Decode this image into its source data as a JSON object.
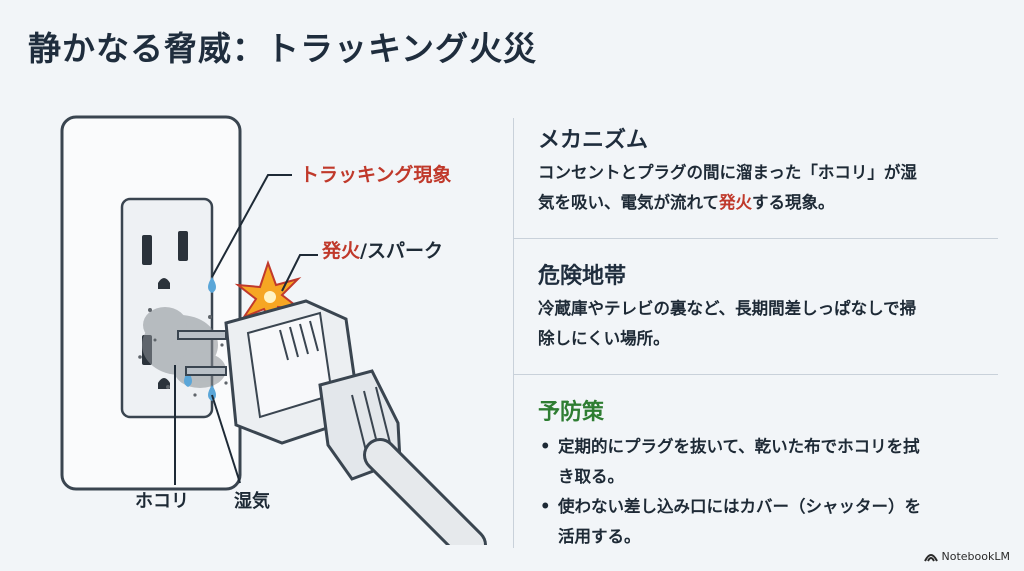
{
  "title": "静かなる脅威：トラッキング火災",
  "labels": {
    "tracking": "トラッキング現象",
    "spark_red": "発火",
    "spark_rest": "/スパーク",
    "dust": "ホコリ",
    "moisture": "湿気"
  },
  "sections": {
    "mechanism": {
      "heading": "メカニズム",
      "line1": "コンセントとプラグの間に溜まった「ホコリ」が湿",
      "line2_a": "気を吸い、電気が流れて",
      "line2_red": "発火",
      "line2_b": "する現象。"
    },
    "danger": {
      "heading": "危険地帯",
      "line1": "冷蔵庫やテレビの裏など、長期間差しっぱなしで掃",
      "line2": "除しにくい場所。"
    },
    "prevention": {
      "heading": "予防策",
      "item1_line1": "定期的にプラグを抜いて、乾いた布でホコリを拭",
      "item1_line2": "き取る。",
      "item2_line1": "使わない差し込み口にはカバー（シャッター）を",
      "item2_line2": "活用する。"
    }
  },
  "brand": "NotebookLM",
  "colors": {
    "red": "#c0392b",
    "green": "#2e7d32",
    "title": "#1f2d3d"
  }
}
